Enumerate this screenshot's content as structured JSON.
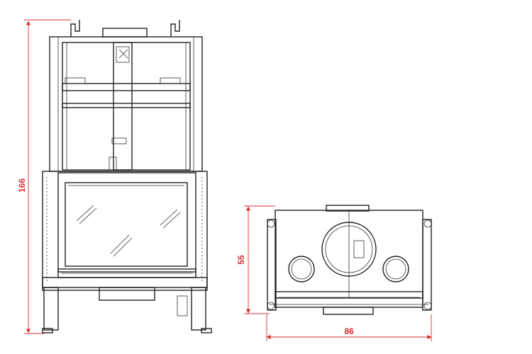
{
  "dimensions": {
    "front_height": "166",
    "top_depth": "55",
    "top_width": "86"
  },
  "colors": {
    "dimension": "#d63031",
    "linework": "#222222",
    "background": "#ffffff"
  }
}
